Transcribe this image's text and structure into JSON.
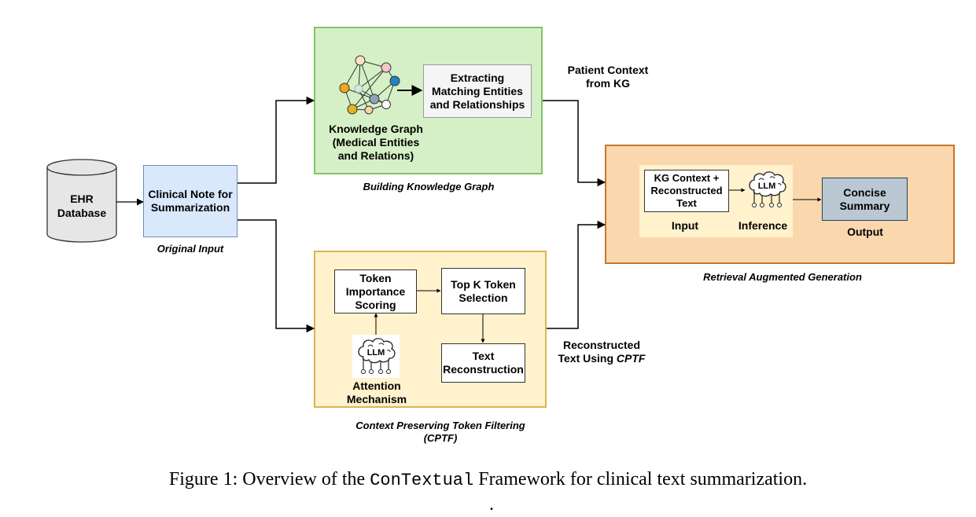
{
  "ehr": {
    "label": "EHR\nDatabase"
  },
  "clinical_note": {
    "label": "Clinical Note for\nSummarization",
    "caption": "Original Input"
  },
  "kg_section": {
    "caption": "Building Knowledge Graph",
    "kg_label": "Knowledge Graph\n(Medical Entities\nand Relations)",
    "extract_label": "Extracting\nMatching Entities\nand Relationships",
    "output_label": "Patient Context\nfrom KG"
  },
  "cptf_section": {
    "caption": "Context Preserving Token Filtering\n(CPTF)",
    "token_importance": "Token\nImportance\nScoring",
    "topk": "Top K Token\nSelection",
    "text_recon": "Text\nReconstruction",
    "attention": "Attention\nMechanism",
    "output_label_prefix": "Reconstructed\nText Using ",
    "output_label_em": "CPTF"
  },
  "rag_section": {
    "caption": "Retrieval Augmented Generation",
    "kg_context": "KG Context +\nReconstructed\nText",
    "input_label": "Input",
    "inference_label": "Inference",
    "summary": "Concise\nSummary",
    "output_label": "Output"
  },
  "llm_icon": {
    "text": "LLM"
  },
  "figure_caption": {
    "prefix": "Figure 1: Overview of the ",
    "mono": "ConTextual",
    "suffix": " Framework for clinical text summarization.",
    "trailing": "."
  },
  "colors": {
    "kg_fill": "#d5f0c6",
    "kg_border": "#82c366",
    "cptf_fill": "#fff2cc",
    "cptf_border": "#d6b656",
    "rag_fill": "#fad7ac",
    "rag_border": "#c7772a",
    "note_fill": "#dae8fc",
    "note_border": "#6c8ebf",
    "summary_fill": "#bac8d3",
    "summary_border": "#23445d"
  }
}
